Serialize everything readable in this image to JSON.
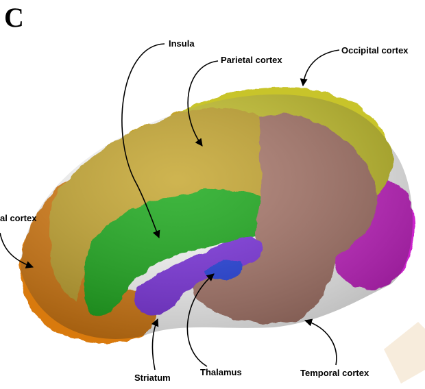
{
  "panel_letter": "C",
  "labels": {
    "insula": "Insula",
    "parietal": "Parietal cortex",
    "occipital": "Occipital cortex",
    "frontal": "al cortex",
    "striatum": "Striatum",
    "thalamus": "Thalamus",
    "temporal": "Temporal cortex"
  },
  "colors": {
    "frontal_cortex": "#d97a10",
    "parietal_cortex": "#c4a42a",
    "occipital_cortex": "#c8c42a",
    "insula": "#12a812",
    "striatum": "#7a2ee0",
    "thalamus": "#1a3ae0",
    "temporal_cortex": "#a87468",
    "posterior_region": "#cc22cc",
    "watermark": "#f6ead8"
  }
}
